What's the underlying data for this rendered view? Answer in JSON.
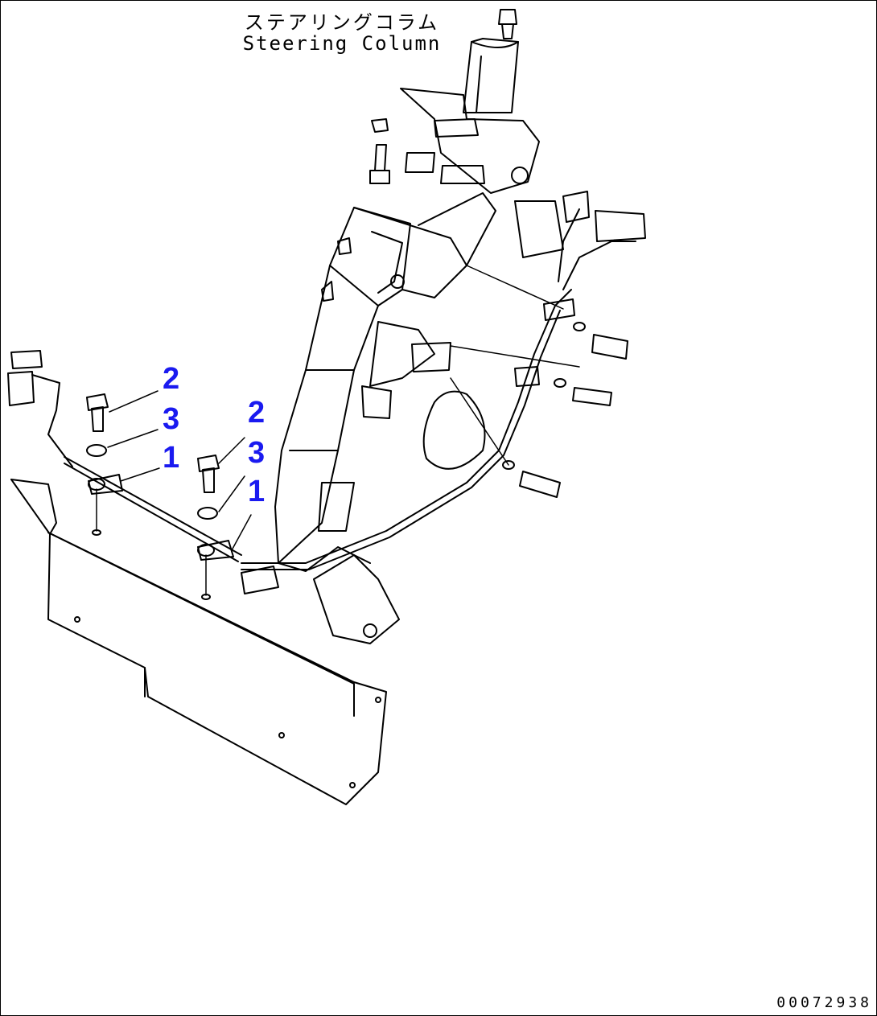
{
  "title": {
    "japanese": "ステアリングコラム",
    "english": "Steering Column"
  },
  "callouts": [
    {
      "id": "2",
      "label": "2"
    },
    {
      "id": "3",
      "label": "3"
    },
    {
      "id": "1",
      "label": "1"
    },
    {
      "id": "2b",
      "label": "2"
    },
    {
      "id": "3b",
      "label": "3"
    },
    {
      "id": "1b",
      "label": "1"
    }
  ],
  "drawing_code": "00072938",
  "colors": {
    "line": "#000000",
    "callout": "#1a1af0",
    "background": "#ffffff"
  }
}
